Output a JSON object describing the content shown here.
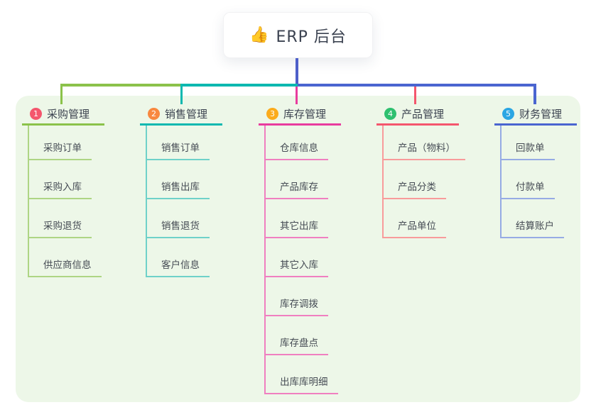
{
  "root": {
    "icon": "👍",
    "title": "ERP 后台"
  },
  "canvas": {
    "background_color": "#edf7e8",
    "root_connector_color": "#4e5fc9"
  },
  "branches": [
    {
      "index": "1",
      "title": "采购管理",
      "badge_color": "#f4566d",
      "line_color": "#8bc24a",
      "child_line_color": "#aed584",
      "children": [
        "采购订单",
        "采购入库",
        "采购退货",
        "供应商信息"
      ]
    },
    {
      "index": "2",
      "title": "销售管理",
      "badge_color": "#f8883f",
      "line_color": "#0cb8b0",
      "child_line_color": "#6fd1c9",
      "children": [
        "销售订单",
        "销售出库",
        "销售退货",
        "客户信息"
      ]
    },
    {
      "index": "3",
      "title": "库存管理",
      "badge_color": "#fbab1c",
      "line_color": "#e83c9e",
      "child_line_color": "#f07fc0",
      "children": [
        "仓库信息",
        "产品库存",
        "其它出库",
        "其它入库",
        "库存调拨",
        "库存盘点",
        "出库库明细"
      ]
    },
    {
      "index": "4",
      "title": "产品管理",
      "badge_color": "#2ec06f",
      "line_color": "#f4566d",
      "child_line_color": "#f89b9b",
      "children": [
        "产品（物料）",
        "产品分类",
        "产品单位"
      ]
    },
    {
      "index": "5",
      "title": "财务管理",
      "badge_color": "#2ba6e3",
      "line_color": "#4a65d0",
      "child_line_color": "#96abe4",
      "children": [
        "回款单",
        "付款单",
        "结算账户"
      ]
    }
  ]
}
